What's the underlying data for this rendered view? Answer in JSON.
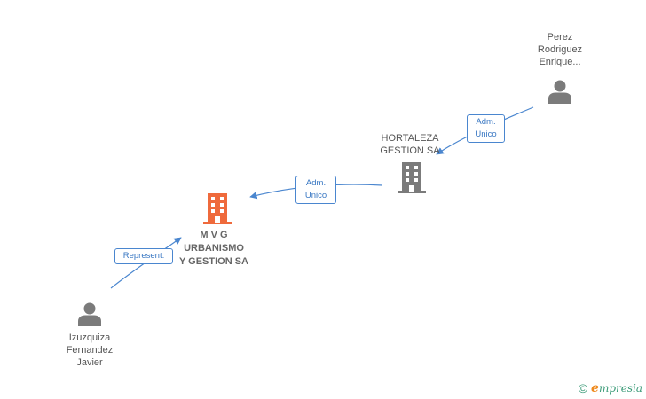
{
  "colors": {
    "edge": "#4a86cf",
    "person": "#7b7b7b",
    "company": "#7b7b7b",
    "main_company": "#ef6a3c",
    "brand": "#3a9a77"
  },
  "nodes": {
    "perez": {
      "type": "person",
      "icon": "person-icon",
      "lines": [
        "Perez",
        "Rodriguez",
        "Enrique..."
      ]
    },
    "hortaleza": {
      "type": "company",
      "icon": "building-icon",
      "lines": [
        "HORTALEZA",
        "GESTION SA"
      ]
    },
    "mvg": {
      "type": "company-main",
      "icon": "building-icon",
      "lines": [
        "M V G",
        "URBANISMO",
        "Y GESTION SA"
      ]
    },
    "izuzquiza": {
      "type": "person",
      "icon": "person-icon",
      "lines": [
        "Izuzquiza",
        "Fernandez",
        "Javier"
      ]
    }
  },
  "edges": {
    "perez_hortaleza": {
      "from": "perez",
      "to": "hortaleza",
      "lines": [
        "Adm.",
        "Unico"
      ]
    },
    "hortaleza_mvg": {
      "from": "hortaleza",
      "to": "mvg",
      "lines": [
        "Adm.",
        "Unico"
      ]
    },
    "izuzquiza_mvg": {
      "from": "izuzquiza",
      "to": "mvg",
      "lines": [
        "Represent."
      ]
    }
  },
  "brand": {
    "copyright": "©",
    "logo_initial": "e",
    "logo_rest": "mpresia"
  }
}
